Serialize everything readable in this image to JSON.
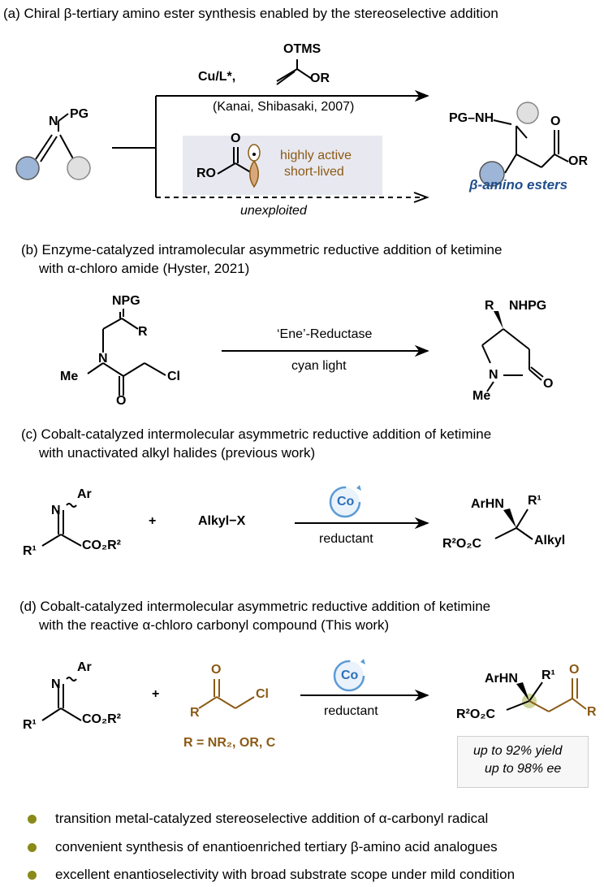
{
  "colors": {
    "accent_blue": "#1f4e8c",
    "accent_brown": "#8b5a14",
    "bullet": "#8a8a1a",
    "circle_blue": "#9db5d6",
    "circle_gray": "#e0e0e0",
    "co_blue": "#5b9bd5"
  },
  "panel_a": {
    "caption": "(a) Chiral β-tertiary amino ester synthesis enabled by the stereoselective addition",
    "reagent_catalyst": "Cu/L*,",
    "enol_top": "OTMS",
    "enol_right": "OR",
    "citation": "(Kanai, Shibasaki, 2007)",
    "radical_note_1": "highly active",
    "radical_note_2": "short-lived",
    "unexploited": "unexploited",
    "product_label": "β-amino esters",
    "imine_n": "N",
    "imine_pg": "PG",
    "radical_ro": "RO",
    "radical_o": "O",
    "prod_pgnh": "PG–NH",
    "prod_o": "O",
    "prod_or": "OR"
  },
  "panel_b": {
    "caption_1": "(b) Enzyme-catalyzed intramolecular asymmetric reductive addition of ketimine",
    "caption_2": "with α-chloro amide (Hyster, 2021)",
    "arrow_top": "‘Ene’-Reductase",
    "arrow_bottom": "cyan light",
    "sm_npg": "NPG",
    "sm_r": "R",
    "sm_n": "N",
    "sm_me": "Me",
    "sm_o": "O",
    "sm_cl": "Cl",
    "pr_r": "R",
    "pr_nhpg": "NHPG",
    "pr_n": "N",
    "pr_me": "Me",
    "pr_o": "O"
  },
  "panel_c": {
    "caption_1": "(c) Cobalt-catalyzed intermolecular asymmetric reductive addition of ketimine",
    "caption_2": "with unactivated alkyl halides (previous work)",
    "plus": "+",
    "alkyl_x": "Alkyl−X",
    "catalyst": "Co",
    "arrow_bottom": "reductant",
    "sm_n": "N",
    "sm_ar": "Ar",
    "sm_r1": "R¹",
    "sm_co2r2": "CO₂R²",
    "pr_arhn": "ArHN",
    "pr_r1": "R¹",
    "pr_r2o2c": "R²O₂C",
    "pr_alkyl": "Alkyl"
  },
  "panel_d": {
    "caption_1": "(d) Cobalt-catalyzed intermolecular asymmetric reductive addition of ketimine",
    "caption_2": "with the reactive α-chloro carbonyl compound (This work)",
    "plus": "+",
    "catalyst": "Co",
    "arrow_bottom": "reductant",
    "r_definition": "R = NR₂, OR, C",
    "yield": "up to 92% yield",
    "ee": "up to 98% ee",
    "sm_n": "N",
    "sm_ar": "Ar",
    "sm_r1": "R¹",
    "sm_co2r2": "CO₂R²",
    "cl_o": "O",
    "cl_r": "R",
    "cl_cl": "Cl",
    "pr_arhn": "ArHN",
    "pr_r1": "R¹",
    "pr_r2o2c": "R²O₂C",
    "pr_o": "O",
    "pr_r": "R"
  },
  "bullets": [
    "transition metal-catalyzed stereoselective addition of  α-carbonyl radical",
    "convenient synthesis of enantioenriched tertiary β-amino acid analogues",
    "excellent enantioselectivity with broad substrate scope under mild condition"
  ]
}
